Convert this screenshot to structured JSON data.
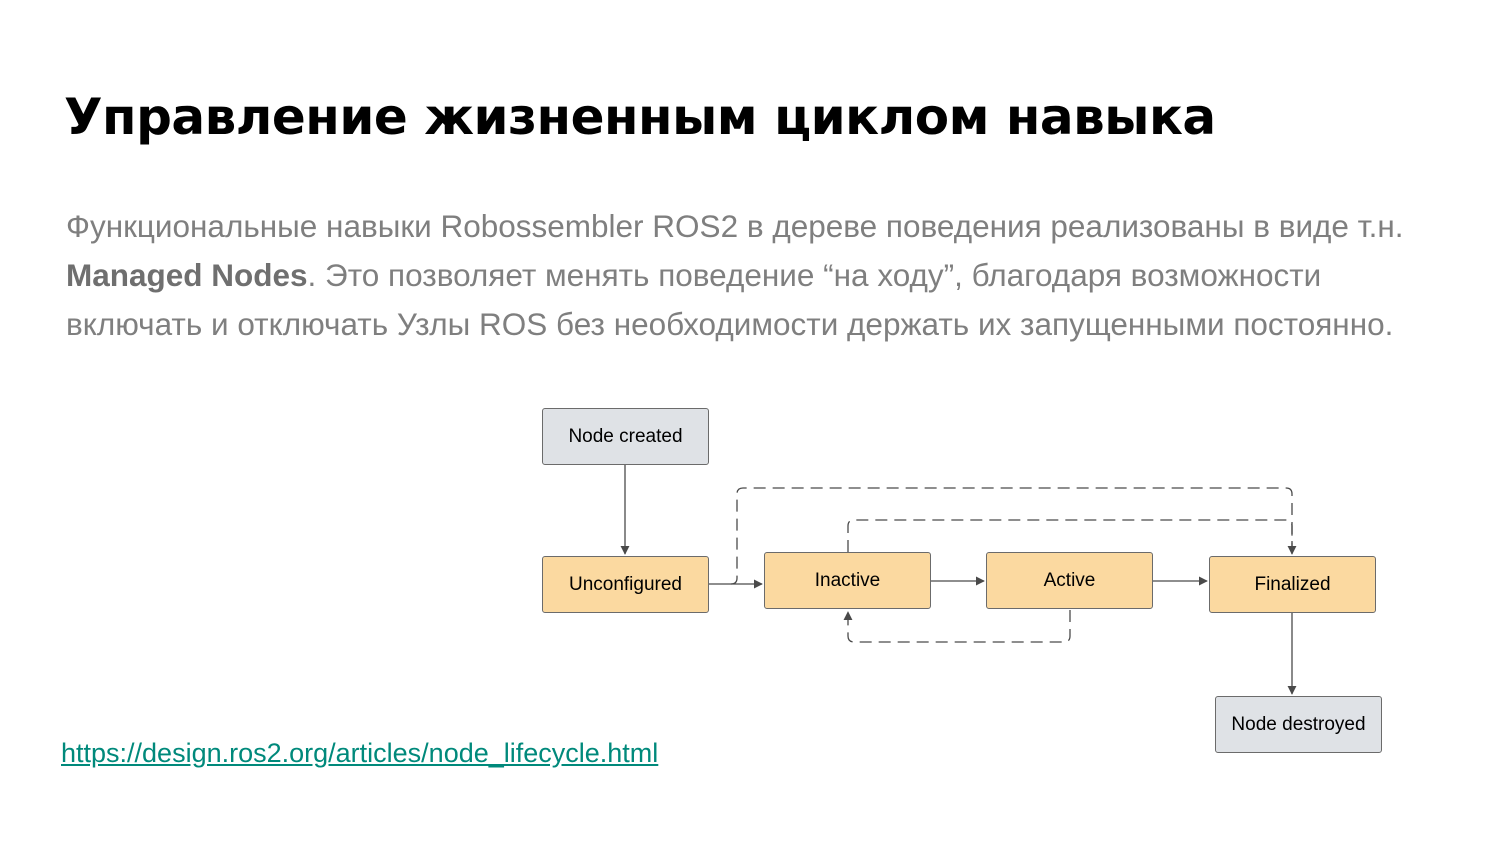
{
  "slide": {
    "title": "Управление жизненным циклом навыка",
    "paragraph": {
      "part1": "Функциональные навыки Robossembler ROS2 в дереве поведения реализованы в виде т.н. ",
      "bold": "Managed Nodes",
      "part2": ". Это позволяет менять поведение “на ходу”, благодаря возможности включать и отключать Узлы ROS без необходимости держать их запущенными постоянно."
    },
    "link": "https://design.ros2.org/articles/node_lifecycle.html"
  },
  "diagram": {
    "nodes": {
      "node_created": "Node created",
      "unconfigured": "Unconfigured",
      "inactive": "Inactive",
      "active": "Active",
      "finalized": "Finalized",
      "node_destroyed": "Node destroyed"
    },
    "colors": {
      "state_fill": "#fbd9a0",
      "terminal_fill": "#dfe2e6",
      "edge": "#4a4a4a",
      "link": "#00897b"
    }
  }
}
